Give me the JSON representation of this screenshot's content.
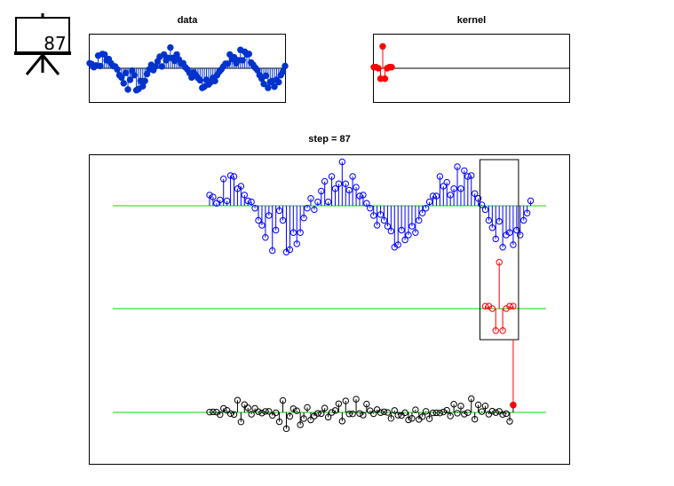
{
  "badge": {
    "number": "87",
    "icon": "presentation-board-icon"
  },
  "chart_data": [
    {
      "type": "stem",
      "title": "data",
      "color": "#0033cc",
      "ylim": [
        -1.5,
        1.5
      ],
      "values": [
        0.22,
        0.18,
        0.05,
        0.12,
        0.55,
        0.1,
        0.62,
        0.6,
        0.35,
        0.4,
        0.22,
        0.1,
        0.08,
        -0.05,
        -0.3,
        -0.4,
        -0.65,
        -0.2,
        -0.92,
        -0.5,
        -0.1,
        -0.3,
        -0.95,
        -0.9,
        -0.55,
        -0.78,
        -0.55,
        -0.25,
        -0.05,
        0.15,
        -0.08,
        0.08,
        0.3,
        0.5,
        0.08,
        0.6,
        0.35,
        0.45,
        0.9,
        0.45,
        0.32,
        0.6,
        0.38,
        0.2,
        0.22,
        0.05,
        -0.05,
        -0.2,
        -0.4,
        -0.18,
        -0.3,
        -0.42,
        -0.52,
        -0.85,
        -0.8,
        -0.5,
        -0.7,
        -0.6,
        -0.42,
        -0.55,
        -0.3,
        -0.15,
        -0.05,
        0.08,
        0.2,
        0.2,
        0.6,
        0.4,
        0.48,
        0.22,
        0.35,
        0.8,
        0.35,
        0.72,
        0.6,
        0.62,
        0.25,
        0.15,
        0.02,
        -0.08,
        -0.3,
        -0.45,
        -0.68,
        -0.32,
        -0.85,
        -0.6,
        -0.55,
        -0.8,
        -0.5,
        -0.6,
        -0.3,
        -0.15,
        0.1
      ]
    },
    {
      "type": "stem",
      "title": "kernel",
      "color": "#ff0000",
      "ylim": [
        -1.5,
        1.5
      ],
      "values": [
        0.05,
        0.05,
        0.0,
        -0.45,
        0.95,
        -0.45,
        0.0,
        0.05,
        0.05
      ]
    },
    {
      "type": "stem",
      "title": "step = 87",
      "kernel_color": "#ff0000",
      "data_color": "#0000ff",
      "output_color": "#000000",
      "baseline_color": "#00dd00",
      "step": 87
    }
  ]
}
